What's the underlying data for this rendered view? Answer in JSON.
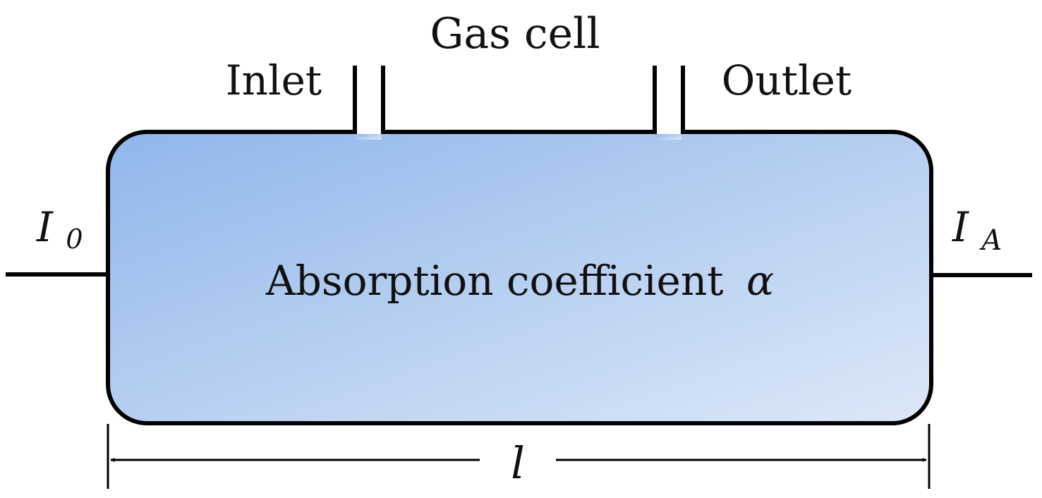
{
  "title": "Gas cell",
  "inlet_label": "Inlet",
  "outlet_label": "Outlet",
  "body_label": "Absorption coefficient",
  "body_symbol": "α",
  "input_intensity": {
    "symbol": "I",
    "subscript": "0"
  },
  "output_intensity": {
    "symbol": "I",
    "subscript": "A"
  },
  "length_label": "l",
  "colors": {
    "cell_fill_start": "#8fb6ea",
    "cell_fill_end": "#dde8f8",
    "stroke": "#000000"
  }
}
